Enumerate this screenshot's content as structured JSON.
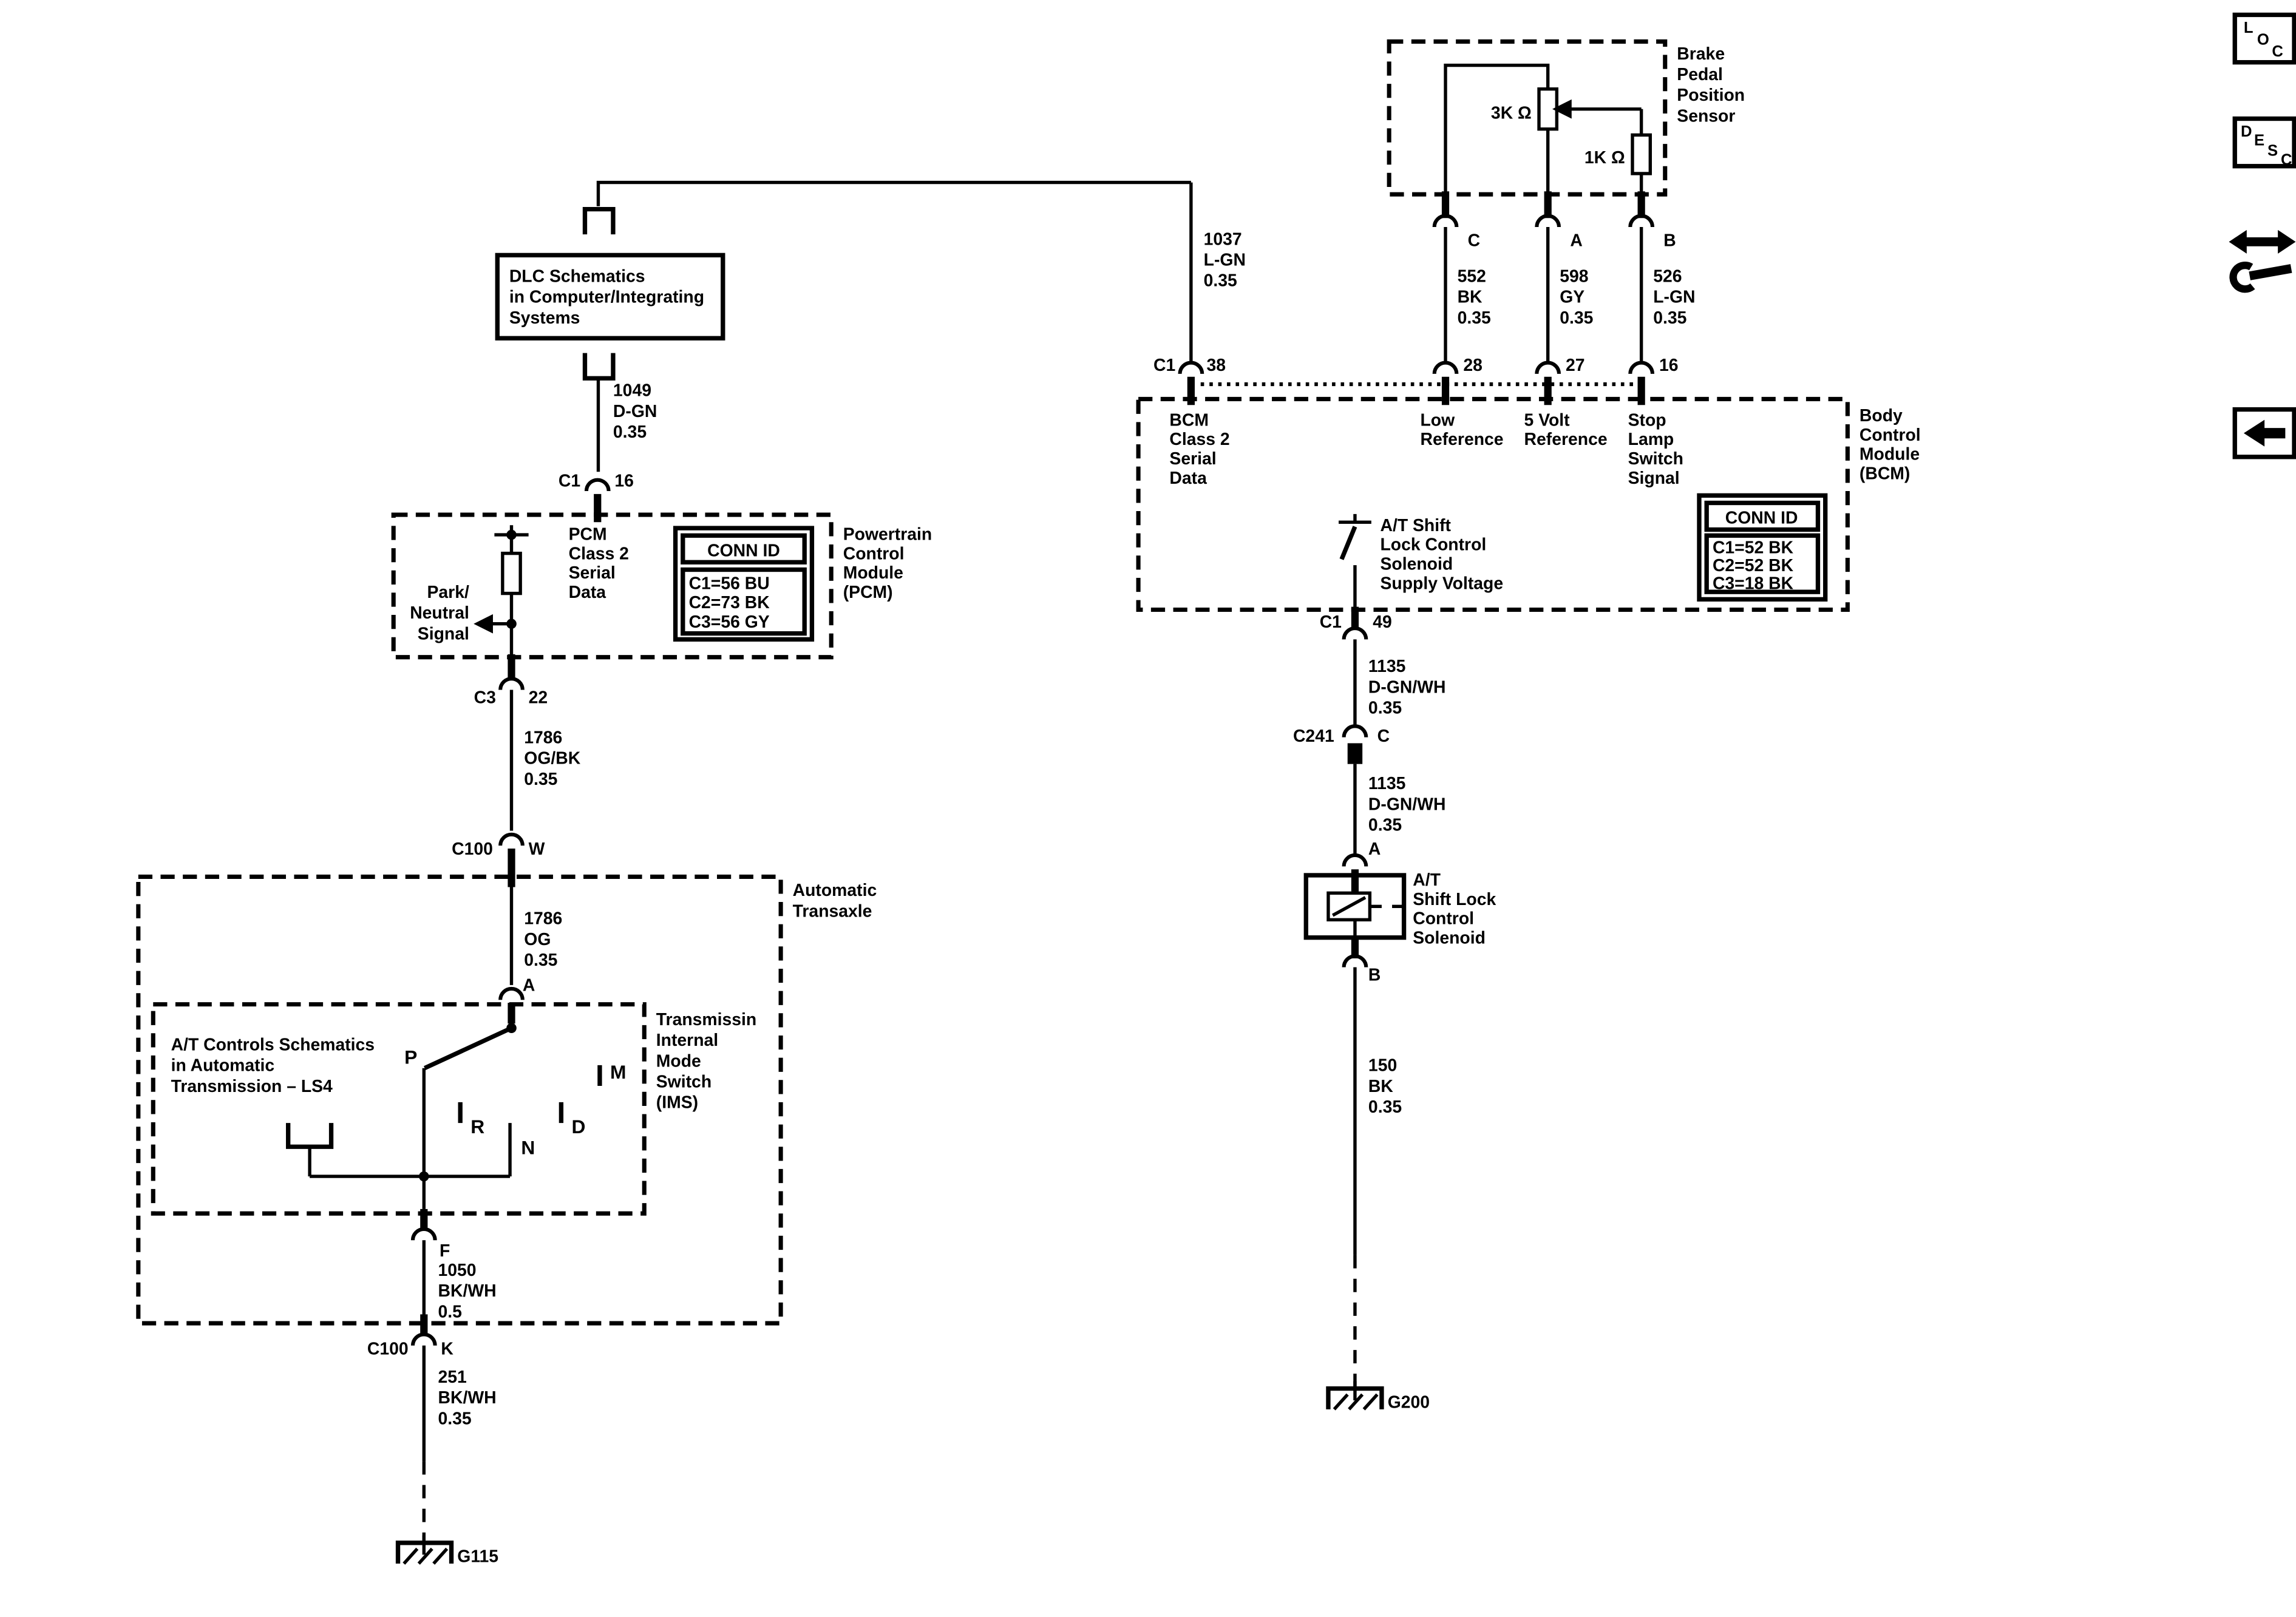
{
  "palette": {
    "ink": "#000000",
    "background": "#ffffff"
  },
  "toolbar": {
    "loc": {
      "l1": "L",
      "l2": "O",
      "l3": "C"
    },
    "desc": {
      "l1": "D",
      "l2": "E",
      "l3": "S",
      "l4": "C"
    },
    "back": "back-arrow",
    "nav": "wrench-arrows"
  },
  "dlc": {
    "line1": "DLC Schematics",
    "line2": "in Computer/Integrating",
    "line3": "Systems"
  },
  "wire_1049": {
    "circuit": "1049",
    "color": "D-GN",
    "gauge": "0.35"
  },
  "conn_c1_16": {
    "conn": "C1",
    "pin": "16"
  },
  "pcm": {
    "title1": "PCM",
    "title2": "Class 2",
    "title3": "Serial",
    "title4": "Data",
    "park1": "Park/",
    "park2": "Neutral",
    "park3": "Signal",
    "connid": {
      "header": "CONN ID",
      "rows": [
        "C1=56 BU",
        "C2=73 BK",
        "C3=56 GY"
      ]
    },
    "module1": "Powertrain",
    "module2": "Control",
    "module3": "Module",
    "module4": "(PCM)"
  },
  "conn_c3_22": {
    "conn": "C3",
    "pin": "22"
  },
  "wire_1786a": {
    "circuit": "1786",
    "color": "OG/BK",
    "gauge": "0.35"
  },
  "conn_c100_w": {
    "conn": "C100",
    "pin": "W"
  },
  "transaxle": {
    "line1": "Automatic",
    "line2": "Transaxle"
  },
  "wire_1786b": {
    "circuit": "1786",
    "color": "OG",
    "gauge": "0.35"
  },
  "ims": {
    "pin_a": "A",
    "ref1": "A/T Controls Schematics",
    "ref2": "in Automatic",
    "ref3": "Transmission – LS4",
    "title1": "Transmissin",
    "title2": "Internal",
    "title3": "Mode",
    "title4": "Switch",
    "title5": "(IMS)",
    "pos_p": "P",
    "pos_r": "R",
    "pos_n": "N",
    "pos_d": "D",
    "pos_m": "M",
    "pin_f": "F"
  },
  "wire_1050": {
    "circuit": "1050",
    "color": "BK/WH",
    "gauge": "0.5"
  },
  "conn_c100_k": {
    "conn": "C100",
    "pin": "K"
  },
  "wire_251": {
    "circuit": "251",
    "color": "BK/WH",
    "gauge": "0.35"
  },
  "ground_g115": "G115",
  "wire_1037": {
    "circuit": "1037",
    "color": "L-GN",
    "gauge": "0.35"
  },
  "sensor": {
    "title1": "Brake",
    "title2": "Pedal",
    "title3": "Position",
    "title4": "Sensor",
    "r3k": "3K Ω",
    "r1k": "1K Ω",
    "pin_c": "C",
    "pin_a": "A",
    "pin_b": "B"
  },
  "wire_552": {
    "circuit": "552",
    "color": "BK",
    "gauge": "0.35"
  },
  "wire_598": {
    "circuit": "598",
    "color": "GY",
    "gauge": "0.35"
  },
  "wire_526": {
    "circuit": "526",
    "color": "L-GN",
    "gauge": "0.35"
  },
  "bcm": {
    "c1": "C1",
    "pin38": "38",
    "pin28": "28",
    "pin27": "27",
    "pin16": "16",
    "sig1a": "BCM",
    "sig1b": "Class 2",
    "sig1c": "Serial",
    "sig1d": "Data",
    "sig2a": "Low",
    "sig2b": "Reference",
    "sig3a": "5 Volt",
    "sig3b": "Reference",
    "sig4a": "Stop",
    "sig4b": "Lamp",
    "sig4c": "Switch",
    "sig4d": "Signal",
    "sw1": "A/T Shift",
    "sw2": "Lock Control",
    "sw3": "Solenoid",
    "sw4": "Supply Voltage",
    "connid": {
      "header": "CONN ID",
      "rows": [
        "C1=52 BK",
        "C2=52 BK",
        "C3=18 BK"
      ]
    },
    "module1": "Body",
    "module2": "Control",
    "module3": "Module",
    "module4": "(BCM)"
  },
  "conn_c1_49": {
    "conn": "C1",
    "pin": "49"
  },
  "wire_1135a": {
    "circuit": "1135",
    "color": "D-GN/WH",
    "gauge": "0.35"
  },
  "conn_c241": {
    "conn": "C241",
    "pin": "C"
  },
  "wire_1135b": {
    "circuit": "1135",
    "color": "D-GN/WH",
    "gauge": "0.35"
  },
  "solenoid": {
    "pin_a": "A",
    "l1": "A/T",
    "l2": "Shift Lock",
    "l3": "Control",
    "l4": "Solenoid",
    "pin_b": "B"
  },
  "wire_150": {
    "circuit": "150",
    "color": "BK",
    "gauge": "0.35"
  },
  "ground_g200": "G200"
}
